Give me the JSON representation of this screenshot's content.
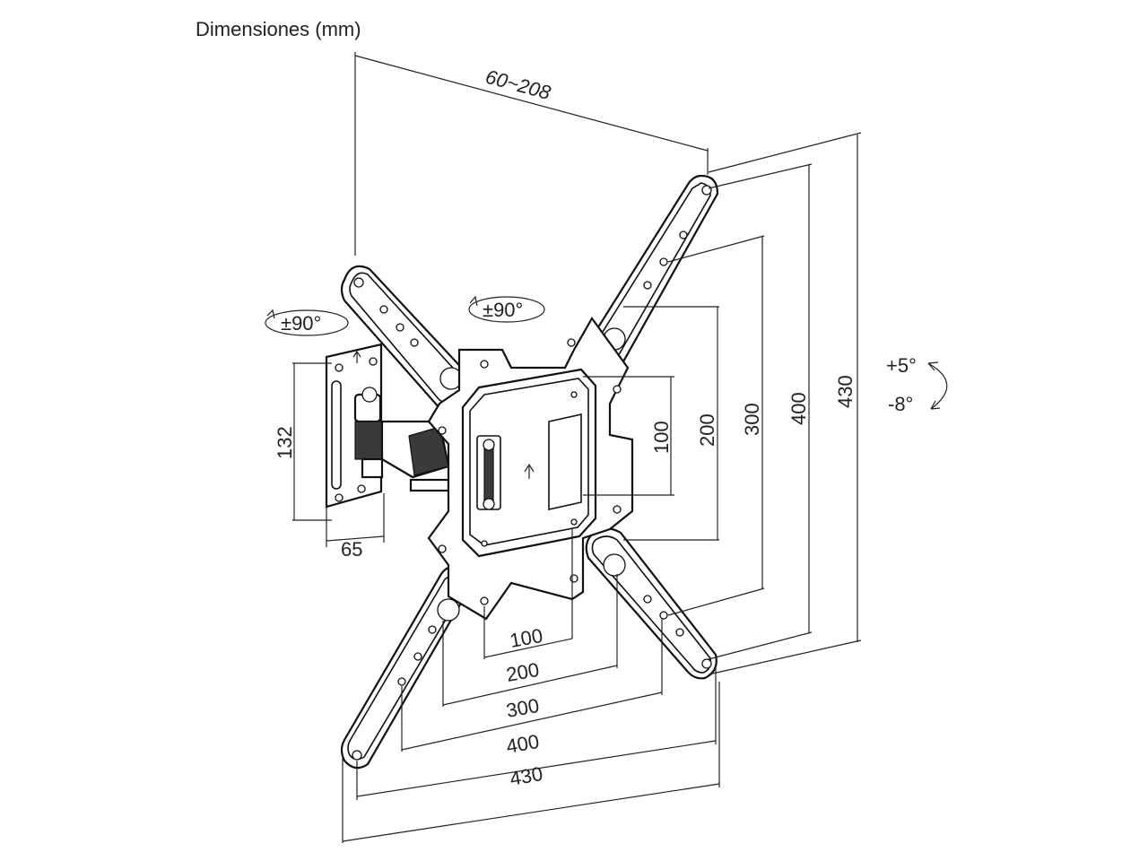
{
  "title": "Dimensiones (mm)",
  "dimensions": {
    "depth": "60~208",
    "wall_plate_height": "132",
    "wall_plate_width": "65",
    "swivel_left": "±90°",
    "swivel_center": "±90°",
    "tilt_up": "+5°",
    "tilt_down": "-8°",
    "vertical": [
      "100",
      "200",
      "300",
      "400",
      "430"
    ],
    "horizontal": [
      "100",
      "200",
      "300",
      "400",
      "430"
    ]
  },
  "colors": {
    "line": "#222222",
    "background": "#ffffff"
  }
}
